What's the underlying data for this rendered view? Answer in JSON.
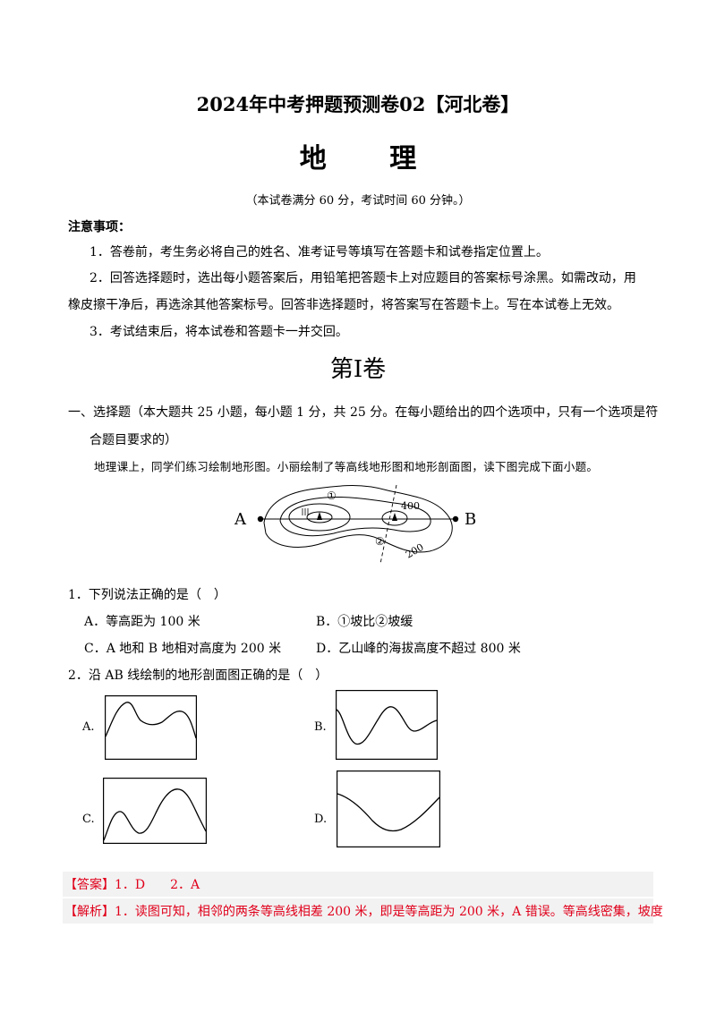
{
  "header": {
    "title": "2024年中考押题预测卷02【河北卷】",
    "subject": "地 理",
    "meta": "（本试卷满分 60 分，考试时间 60 分钟。）"
  },
  "notice": {
    "heading": "注意事项：",
    "items": [
      "1．答卷前，考生务必将自己的姓名、准考证号等填写在答题卡和试卷指定位置上。",
      "2．回答选择题时，选出每小题答案后，用铅笔把答题卡上对应题目的答案标号涂黑。如需改动，用",
      "橡皮擦干净后，再选涂其他答案标号。回答非选择题时，将答案写在答题卡上。写在本试卷上无效。",
      "3．考试结束后，将本试卷和答题卡一并交回。"
    ]
  },
  "volume": "第Ⅰ卷",
  "section": {
    "line1": "一、选择题（本大题共 25 小题，每小题 1 分，共 25 分。在每小题给出的四个选项中，只有一个选项是符",
    "line2": "合题目要求的）",
    "intro": "地理课上，同学们练习绘制地形图。小丽绘制了等高线地形图和地形剖面图，读下图完成下面小题。"
  },
  "map": {
    "label_a": "A",
    "label_b": "B",
    "label_400": "400",
    "label_200": "200",
    "label_1": "①",
    "label_2": "②",
    "label_jia": "甲"
  },
  "q1": {
    "stem": "1．下列说法正确的是（　）",
    "options": [
      "A．等高距为 100 米",
      "B．①坡比②坡缓",
      "C．A 地和 B 地相对高度为 200 米",
      "D．乙山峰的海拔高度不超过 800 米"
    ]
  },
  "q2": {
    "stem": "2．沿 AB 线绘制的地形剖面图正确的是（　）",
    "labels": [
      "A.",
      "B.",
      "C.",
      "D."
    ]
  },
  "answer": {
    "tag": "【答案】",
    "text": "1．D　　2．A"
  },
  "analysis": {
    "tag": "【解析】",
    "text": "1．读图可知，相邻的两条等高线相差 200 米，即是等高距为 200 米，A 错误。等高线密集，坡度"
  }
}
